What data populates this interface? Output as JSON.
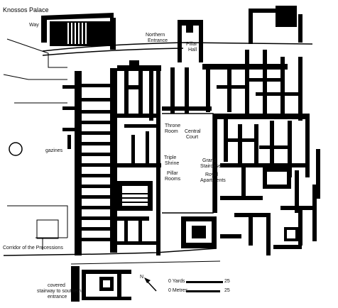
{
  "map": {
    "title": "Knossos Palace",
    "labels": {
      "way": "Way",
      "northern_entrance_1": "Northern",
      "northern_entrance_2": "Entrance",
      "pillar_hall_1": "Pillar",
      "pillar_hall_2": "Hall",
      "throne_room_1": "Throne",
      "throne_room_2": "Room",
      "central_court_1": "Central",
      "central_court_2": "Court",
      "tripartite_shrine_1": "Triple",
      "tripartite_shrine_2": "Shrine",
      "pillar_rooms_1": "Pillar",
      "pillar_rooms_2": "Rooms",
      "grand_staircase_1": "Grand",
      "grand_staircase_2": "Staircase",
      "royal_apartments_1": "Royal",
      "royal_apartments_2": "Apartments",
      "magazines": "gazines",
      "corridor": "Corridor of the Processions",
      "covered_stairway_1": "covered",
      "covered_stairway_2": "stairway to southern",
      "covered_stairway_3": "entrance"
    },
    "scale": {
      "yards_label": "0 Yards",
      "yards_end": "25",
      "metres_label": "0 Metres",
      "metres_end": "25"
    },
    "north_arrow_label": "N"
  }
}
